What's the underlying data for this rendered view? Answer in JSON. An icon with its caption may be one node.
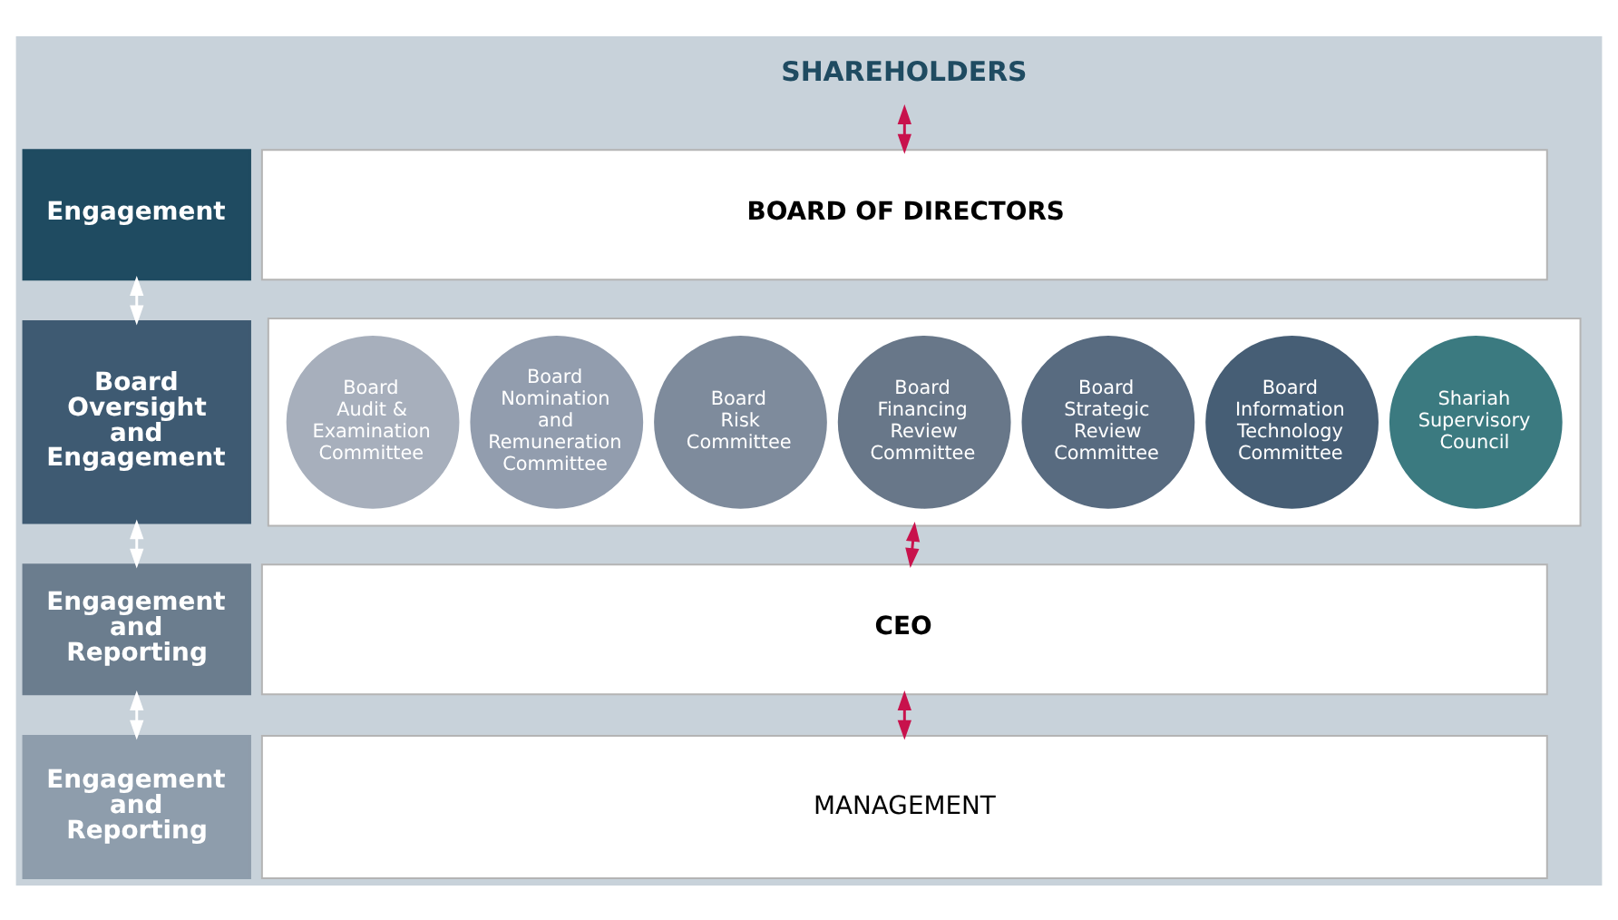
{
  "diagram": {
    "nodes": [
      {
        "text": [
          "SHAREHOLDERS"
        ]
      },
      {
        "text": [
          "Engagement"
        ]
      },
      {
        "text": [
          "BOARD OF DIRECTORS"
        ]
      },
      {
        "text": [
          "Board Oversight and Engagement"
        ]
      },
      {
        "text": [],
        "shape": "band"
      },
      {
        "text": [
          "Board Audit & Examination Committee"
        ],
        "in": 4
      },
      {
        "text": [
          "Board Nomination and Remuneration Committee"
        ],
        "in": 4
      },
      {
        "text": [
          "Board Risk Committee"
        ],
        "in": 4
      },
      {
        "text": [
          "Board Financing Review Committee"
        ],
        "in": 4
      },
      {
        "text": [
          "Board Strategic Review Committee"
        ],
        "in": 4
      },
      {
        "text": [
          "Board Information Technology Committee"
        ],
        "in": 4
      },
      {
        "text": [
          "Shariah Supervisory Council"
        ],
        "in": 4
      },
      {
        "text": [
          "Engagement and Reporting"
        ]
      },
      {
        "text": [
          "CEO"
        ]
      },
      {
        "text": [
          "Engagement and Reporting"
        ]
      },
      {
        "text": [
          "MANAGEMENT"
        ]
      }
    ],
    "edges": [
      {
        "from": 0,
        "to": 2,
        "arrow": "both",
        "color": "#c8124c"
      },
      {
        "from": 1,
        "to": 3,
        "arrow": "both",
        "color": "#ffffff"
      },
      {
        "from": 4,
        "to": 13,
        "arrow": "both",
        "color": "#c8124c"
      },
      {
        "from": 3,
        "to": 12,
        "arrow": "both",
        "color": "#ffffff"
      },
      {
        "from": 13,
        "to": 15,
        "arrow": "both",
        "color": "#c8124c"
      },
      {
        "from": 12,
        "to": 14,
        "arrow": "both",
        "color": "#ffffff"
      }
    ]
  }
}
